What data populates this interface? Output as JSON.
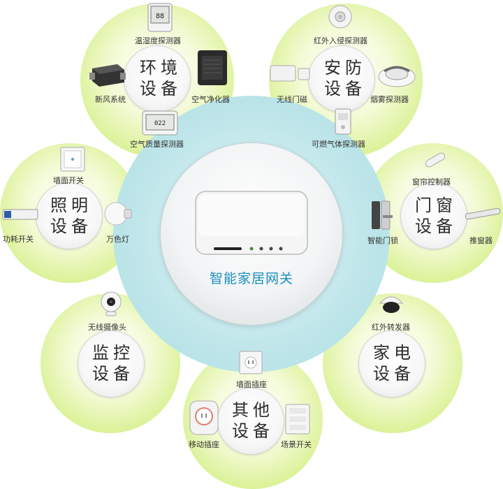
{
  "hub": {
    "title": "智能家居网关"
  },
  "groups": {
    "env": {
      "line1": "环境",
      "line2": "设备",
      "devices": [
        "温湿度探测器",
        "新风系统",
        "空气净化器",
        "空气质量探测器"
      ]
    },
    "security": {
      "line1": "安防",
      "line2": "设备",
      "devices": [
        "红外入侵探测器",
        "无线门磁",
        "烟雾探测器",
        "可燃气体探测器"
      ]
    },
    "lighting": {
      "line1": "照明",
      "line2": "设备",
      "devices": [
        "墙面开关",
        "功耗开关",
        "万色灯"
      ]
    },
    "doorwin": {
      "line1": "门窗",
      "line2": "设备",
      "devices": [
        "窗帘控制器",
        "智能门锁",
        "推窗器"
      ]
    },
    "monitor": {
      "line1": "监控",
      "line2": "设备",
      "devices": [
        "无线摄像头"
      ]
    },
    "appliance": {
      "line1": "家电",
      "line2": "设备",
      "devices": [
        "红外转发器"
      ]
    },
    "other": {
      "line1": "其他",
      "line2": "设备",
      "devices": [
        "墙面插座",
        "移动插座",
        "场景开关"
      ]
    }
  },
  "colors": {
    "hub_title": "#1a8fc0",
    "green": "#c6e76a",
    "cyan": "#a9dde3"
  }
}
